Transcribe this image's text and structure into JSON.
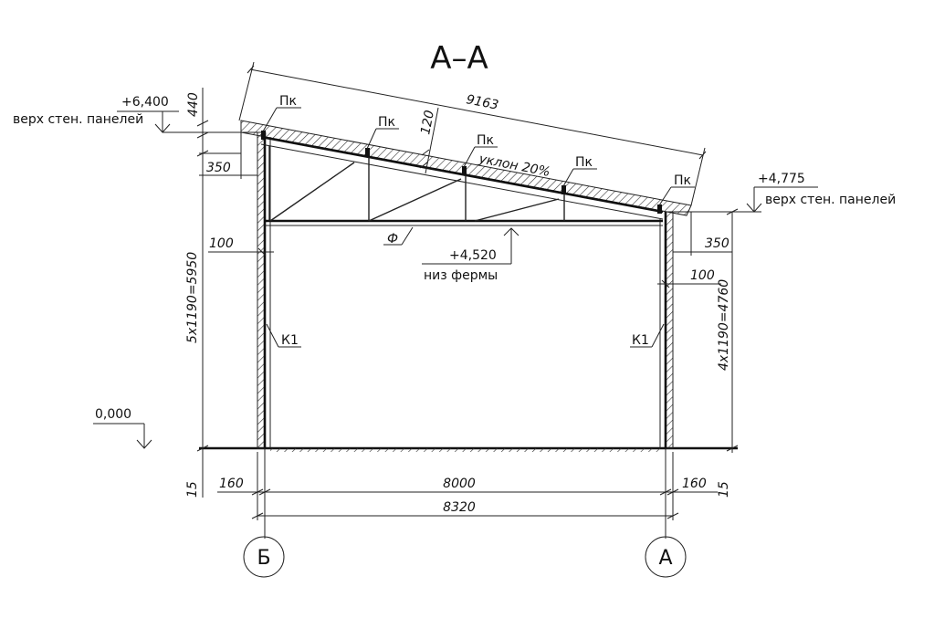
{
  "title": "А–А",
  "dimensions": {
    "roof_length": "9163",
    "panel_thickness": "120",
    "top_left_440": "440",
    "left_350": "350",
    "left_100": "100",
    "left_height": "5x1190=5950",
    "left_15": "15",
    "bottom_160_left": "160",
    "span_8000": "8000",
    "span_8320": "8320",
    "bottom_160_right": "160",
    "right_15": "15",
    "right_350": "350",
    "right_100": "100",
    "right_height": "4x1190=4760"
  },
  "elevations": {
    "left_top": "+6,400",
    "left_top_note": "верх стен. панелей",
    "right_top": "+4,775",
    "right_top_note": "верх стен. панелей",
    "truss_bottom": "+4,520",
    "truss_bottom_note": "низ фермы",
    "ground": "0,000"
  },
  "labels": {
    "purlin": "Пк",
    "slope": "уклон 20%",
    "truss": "Ф",
    "column_left": "К1",
    "column_right": "К1"
  },
  "axes": {
    "left": "Б",
    "right": "А"
  }
}
